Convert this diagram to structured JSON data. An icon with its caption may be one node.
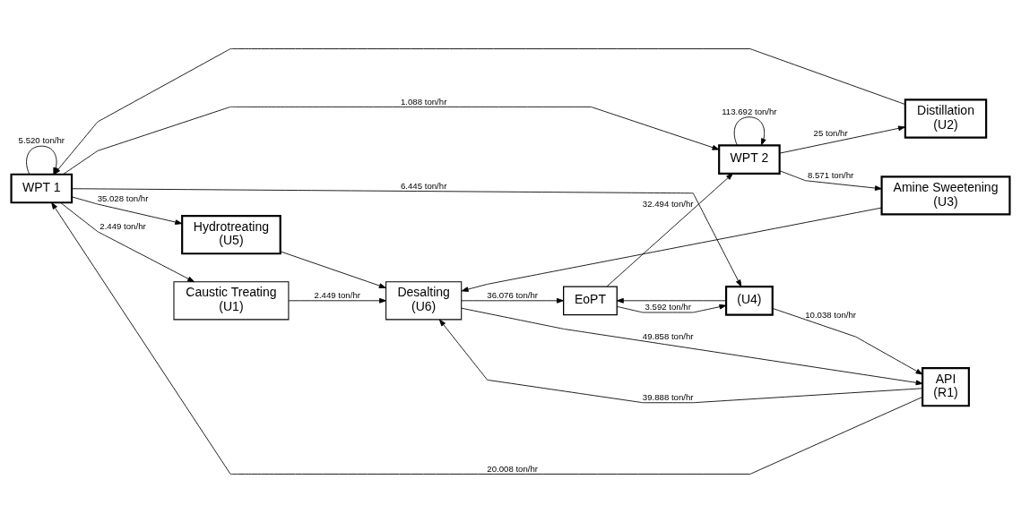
{
  "diagram": {
    "nodes": [
      {
        "text": [
          "WPT 1"
        ]
      },
      {
        "text": [
          "Hydrotreating",
          "(U5)"
        ]
      },
      {
        "text": [
          "Caustic Treating",
          "(U1)"
        ]
      },
      {
        "text": [
          "WPT 2"
        ]
      },
      {
        "text": [
          "Amine Sweetening",
          "(U3)"
        ]
      },
      {
        "text": [
          "Distillation",
          "(U2)"
        ]
      },
      {
        "text": [
          "(U4)"
        ]
      },
      {
        "text": [
          "Desalting",
          "(U6)"
        ]
      },
      {
        "text": [
          "API",
          "(R1)"
        ]
      },
      {
        "text": [
          "EoPT"
        ]
      }
    ],
    "edges": [
      {
        "from": 8,
        "to": 0,
        "arrow": "to",
        "label": "20.008 ton/hr"
      },
      {
        "from": 0,
        "to": 1,
        "arrow": "to",
        "label": "35.028 ton/hr"
      },
      {
        "from": 8,
        "to": 7,
        "arrow": "to",
        "label": "39.888 ton/hr"
      },
      {
        "from": 0,
        "to": 2,
        "arrow": "to",
        "label": "2.449 ton/hr"
      },
      {
        "from": 2,
        "to": 7,
        "arrow": "to",
        "label": "2.449 ton/hr"
      },
      {
        "from": 1,
        "to": 7,
        "arrow": "to"
      },
      {
        "from": 4,
        "to": 7,
        "arrow": "to"
      },
      {
        "from": 7,
        "to": 8,
        "arrow": "to",
        "label": "49.858 ton/hr"
      },
      {
        "from": 0,
        "to": 0,
        "arrow": "to",
        "label": "5.520 ton/hr"
      },
      {
        "from": 3,
        "to": 3,
        "arrow": "to",
        "label": "113.692 ton/hr"
      },
      {
        "from": 0,
        "to": 3,
        "arrow": "to",
        "label": "1.088 ton/hr"
      },
      {
        "from": 3,
        "to": 4,
        "arrow": "to",
        "label": "8.571 ton/hr"
      },
      {
        "from": 7,
        "to": 9,
        "arrow": "to",
        "label": "36.076 ton/hr"
      },
      {
        "from": 3,
        "to": 5,
        "arrow": "to",
        "label": "25 ton/hr"
      },
      {
        "from": 5,
        "to": 0,
        "arrow": "to"
      },
      {
        "from": 6,
        "to": 8,
        "arrow": "to",
        "label": "10.038 ton/hr"
      },
      {
        "from": 0,
        "to": 6,
        "arrow": "to",
        "label": "6.445 ton/hr"
      },
      {
        "from": 6,
        "to": 9,
        "arrow": "to"
      },
      {
        "from": 9,
        "to": 6,
        "arrow": "to",
        "label": "3.592 ton/hr"
      },
      {
        "from": 9,
        "to": 3,
        "arrow": "to",
        "label": "32.494 ton/hr"
      }
    ]
  }
}
